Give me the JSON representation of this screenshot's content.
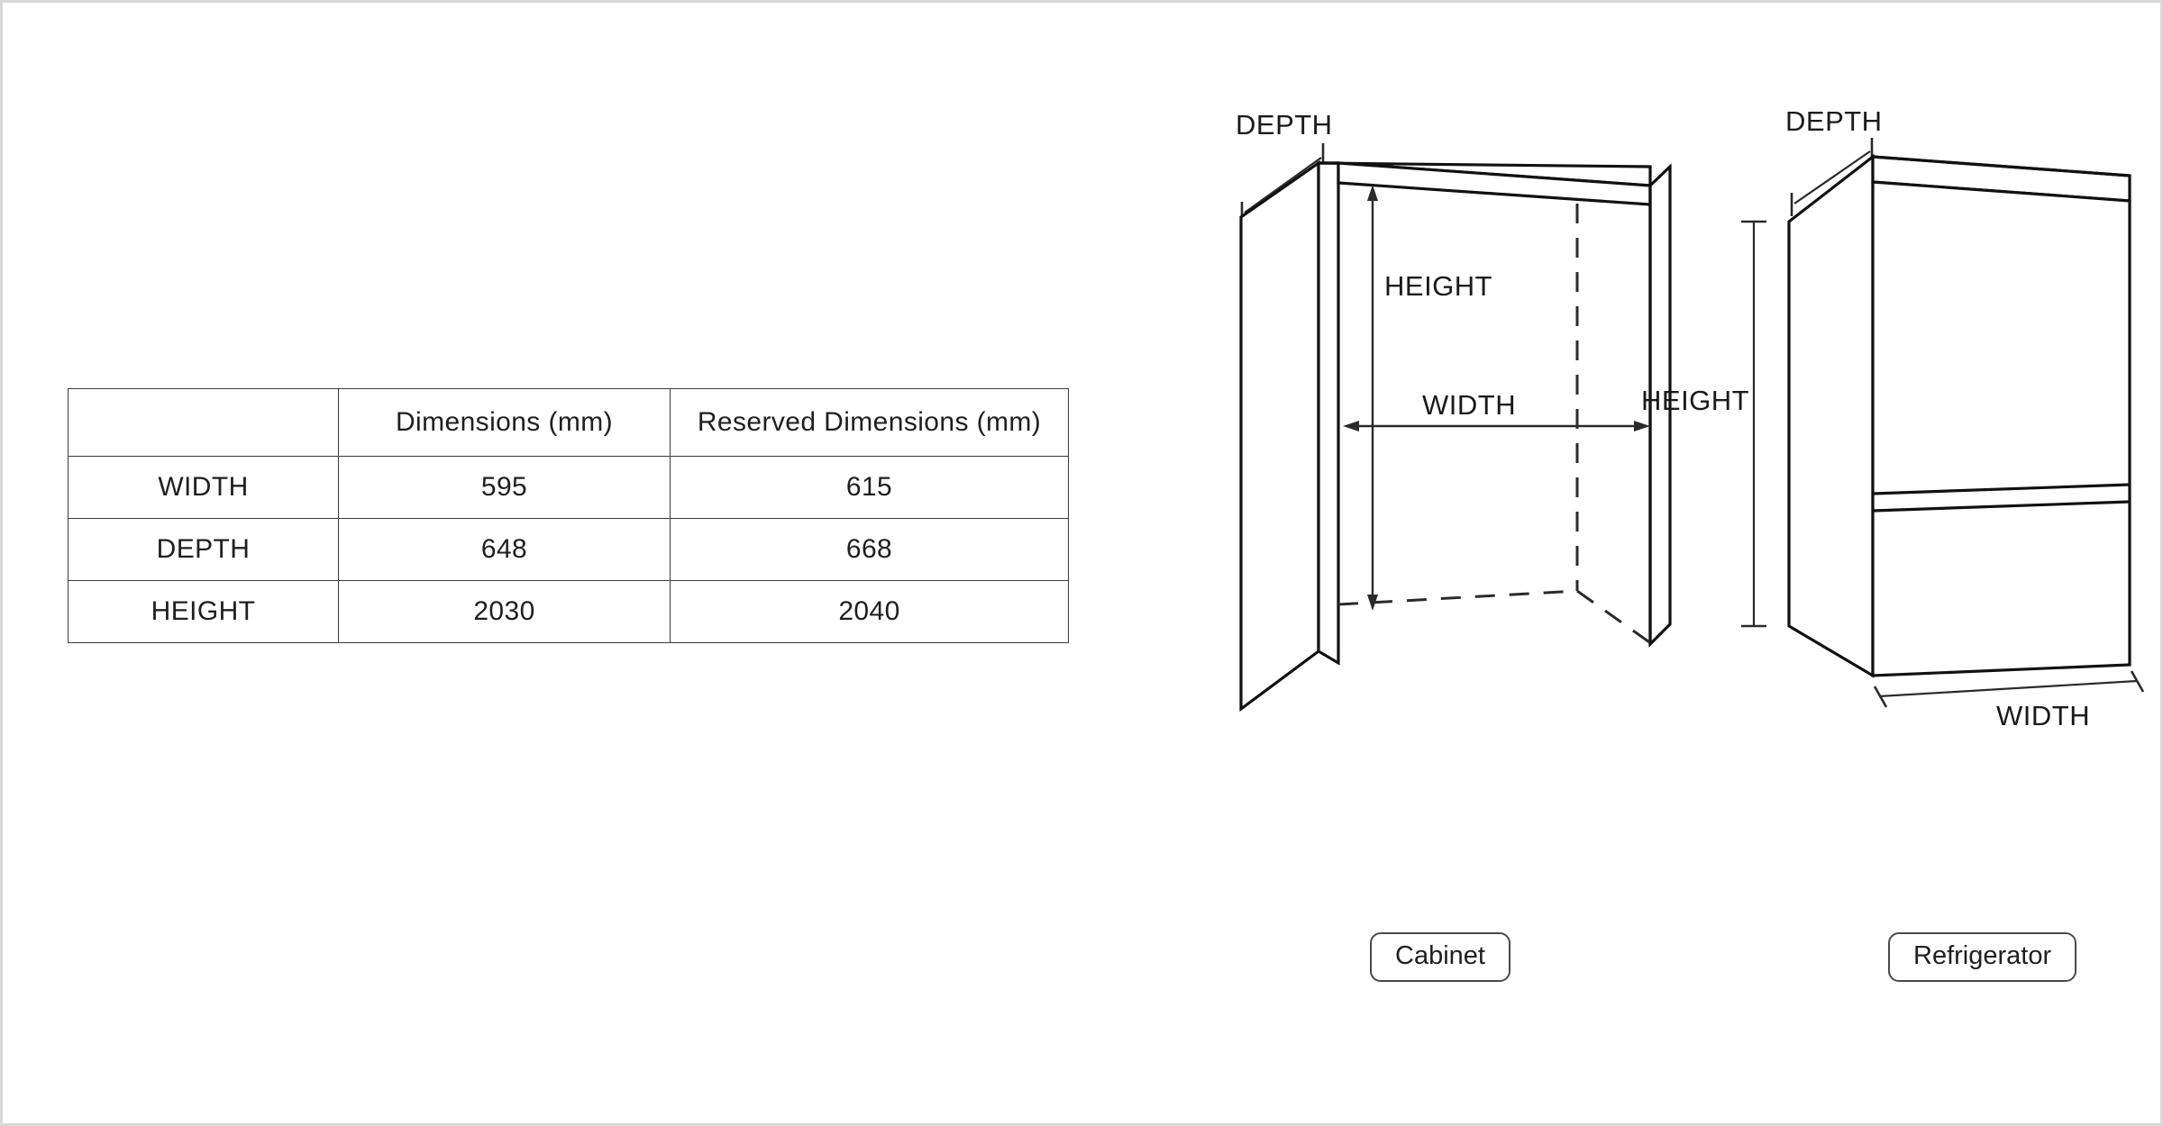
{
  "table": {
    "columns": [
      "",
      "Dimensions (mm)",
      "Reserved Dimensions (mm)"
    ],
    "rows": [
      {
        "label": "WIDTH",
        "dimension": "595",
        "reserved": "615"
      },
      {
        "label": "DEPTH",
        "dimension": "648",
        "reserved": "668"
      },
      {
        "label": "HEIGHT",
        "dimension": "2030",
        "reserved": "2040"
      }
    ]
  },
  "figures": {
    "cabinet": {
      "caption": "Cabinet",
      "labels": {
        "depth": "DEPTH",
        "height": "HEIGHT",
        "width": "WIDTH"
      }
    },
    "refrigerator": {
      "caption": "Refrigerator",
      "labels": {
        "depth": "DEPTH",
        "height": "HEIGHT",
        "width": "WIDTH"
      }
    }
  },
  "chart_data": {
    "type": "table",
    "title": "Appliance dimensions and required cabinet opening",
    "units": "mm",
    "categories": [
      "WIDTH",
      "DEPTH",
      "HEIGHT"
    ],
    "series": [
      {
        "name": "Dimensions (mm)",
        "values": [
          595,
          648,
          2030
        ]
      },
      {
        "name": "Reserved Dimensions (mm)",
        "values": [
          615,
          668,
          2040
        ]
      }
    ]
  }
}
